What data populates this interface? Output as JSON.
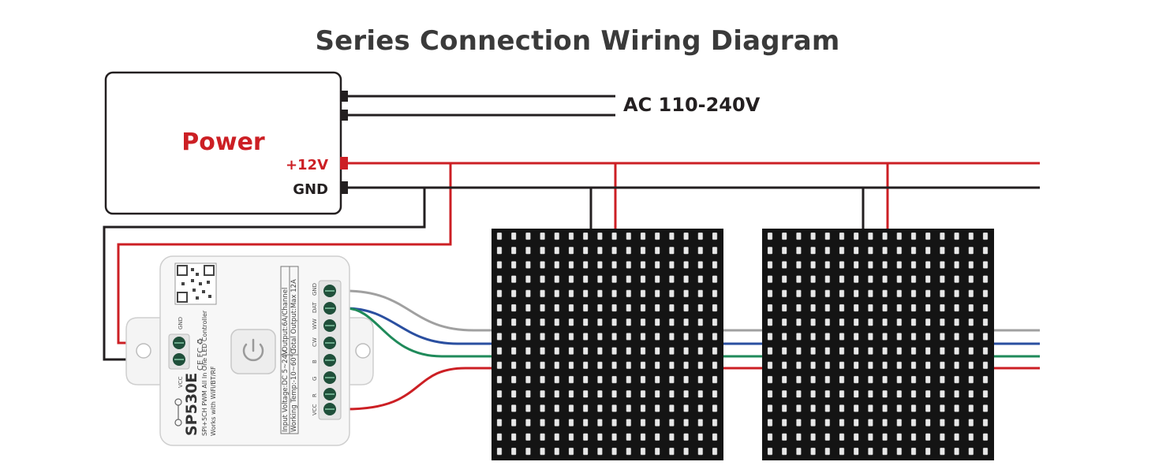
{
  "title": "Series Connection Wiring Diagram",
  "power": {
    "label": "Power",
    "positive_terminal": "+12V",
    "ground_terminal": "GND",
    "ac_input": "AC 110-240V"
  },
  "controller": {
    "model": "SP530E",
    "subtitle": "SPI+5CH PWM All In One LED Controller",
    "compat": "Works with WiFi/BT/RF",
    "input_voltage": "Input Voltage:DC 5~24V",
    "working_temp": "Working Temp:-10~60°C",
    "output_channel": "Output:6A/Channel",
    "total_output": "Total Output:Max 12A",
    "left_pins": [
      "GND",
      "VCC"
    ],
    "right_pins": [
      "GND",
      "DAT",
      "WW",
      "CW",
      "B",
      "G",
      "R",
      "VCC"
    ]
  },
  "colors": {
    "positive_wire": "#cc1f24",
    "ground_wire": "#231f20",
    "gray_wire": "#a0a0a0",
    "blue_wire": "#2a4fa0",
    "green_wire": "#1f8a5a",
    "power_label": "#cc1f24",
    "title": "#3a3a3a"
  },
  "matrix_panels": [
    {
      "rows": 16,
      "cols": 16
    },
    {
      "rows": 16,
      "cols": 16
    }
  ]
}
